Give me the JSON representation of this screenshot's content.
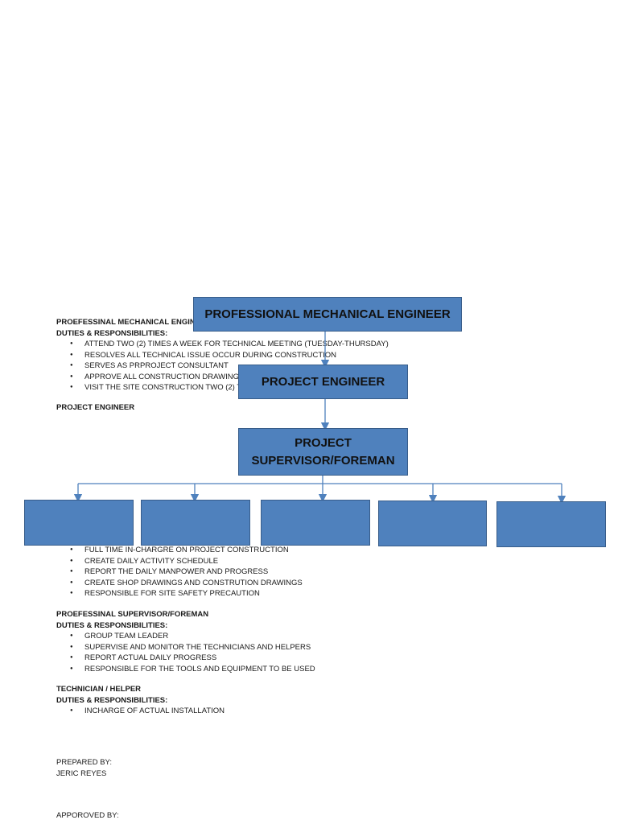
{
  "chart_boxes": {
    "top": "PROFESSIONAL MECHANICAL ENGINEER",
    "middle": "PROJECT ENGINEER",
    "supervisor": "PROJECT SUPERVISOR/FOREMAN"
  },
  "sections": {
    "pme": {
      "title": "PROEFESSINAL MECHANICAL ENGINEER",
      "subtitle": "DUTIES & RESPONSIBILITIES:",
      "items": [
        "ATTEND TWO (2) TIMES A WEEK FOR TECHNICAL MEETING (TUESDAY-THURSDAY)",
        "RESOLVES ALL TECHNICAL ISSUE OCCUR DURING CONSTRUCTION",
        "SERVES AS PRPROJECT CONSULTANT",
        "APPROVE ALL CONSTRUCTION DRAWINGS",
        "VISIT THE SITE CONSTRUCTION TWO (2) TIMES"
      ]
    },
    "pe": {
      "title": "PROJECT ENGINEER",
      "items": [
        "FULL TIME IN-CHARGRE ON PROJECT CONSTRUCTION",
        "CREATE DAILY ACTIVITY SCHEDULE",
        "REPORT THE DAILY MANPOWER AND PROGRESS",
        "CREATE SHOP DRAWINGS AND CONSTRUTION DRAWINGS",
        "RESPONSIBLE FOR SITE SAFETY PRECAUTION"
      ]
    },
    "sup": {
      "title": "PROEFESSINAL SUPERVISOR/FOREMAN",
      "subtitle": "DUTIES & RESPONSIBILITIES:",
      "items": [
        "GROUP TEAM LEADER",
        "SUPERVISE AND MONITOR THE TECHNICIANS AND HELPERS",
        "REPORT ACTUAL DAILY PROGRESS",
        "RESPONSIBLE FOR THE TOOLS AND EQUIPMENT TO BE USED"
      ]
    },
    "tech": {
      "title": "TECHNICIAN / HELPER",
      "subtitle": "DUTIES & RESPONSIBILITIES:",
      "items": [
        "INCHARGE OF ACTUAL INSTALLATION"
      ]
    }
  },
  "signoff": {
    "prepared_label": "PREPARED BY:",
    "prepared_name": "JERIC REYES",
    "approved_label": "APPOROVED BY:"
  },
  "colors": {
    "box_fill": "#4f81bd",
    "box_border": "#385d8a",
    "line": "#4f81bd"
  }
}
